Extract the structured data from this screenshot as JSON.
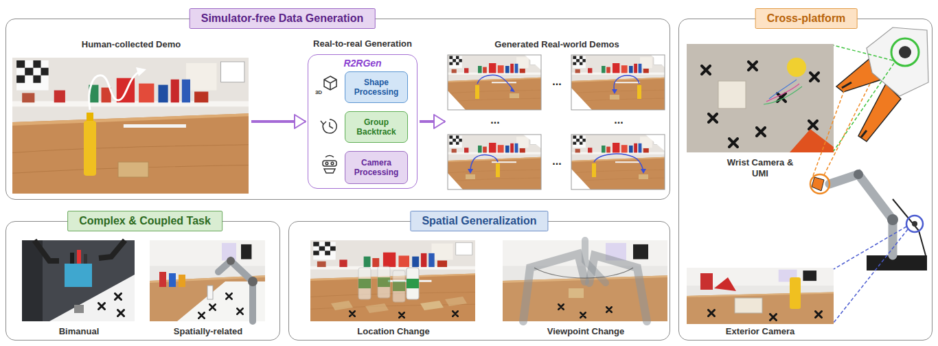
{
  "diagram": {
    "nodes": [
      {
        "text": [
          "Simulator-free Data Generation"
        ]
      },
      {
        "text": [
          "Human-collected Demo"
        ],
        "in": 0
      },
      {
        "text": [
          "Real-to-real Generation",
          "R2RGen"
        ],
        "in": 0
      },
      {
        "text": [
          "Shape Processing"
        ],
        "in": 2
      },
      {
        "text": [
          "Group Backtrack"
        ],
        "in": 2
      },
      {
        "text": [
          "Camera Processing"
        ],
        "in": 2
      },
      {
        "text": [
          "Generated Real-world Demos"
        ],
        "in": 0
      },
      {
        "text": [
          "Complex & Coupled Task"
        ]
      },
      {
        "text": [
          "Spatial Generalization"
        ]
      },
      {
        "text": [
          "Cross-platform"
        ]
      }
    ],
    "edges": [
      {
        "from": 1,
        "to": 2,
        "arrow": "to"
      },
      {
        "from": 2,
        "to": 6,
        "arrow": "to"
      }
    ],
    "labels": [
      "...",
      "...",
      "...",
      "...",
      "3D",
      "Bimanual",
      "Spatially-related",
      "Location Change",
      "Viewpoint Change",
      "Wrist Camera & UMI",
      "Exterior Camera"
    ]
  }
}
